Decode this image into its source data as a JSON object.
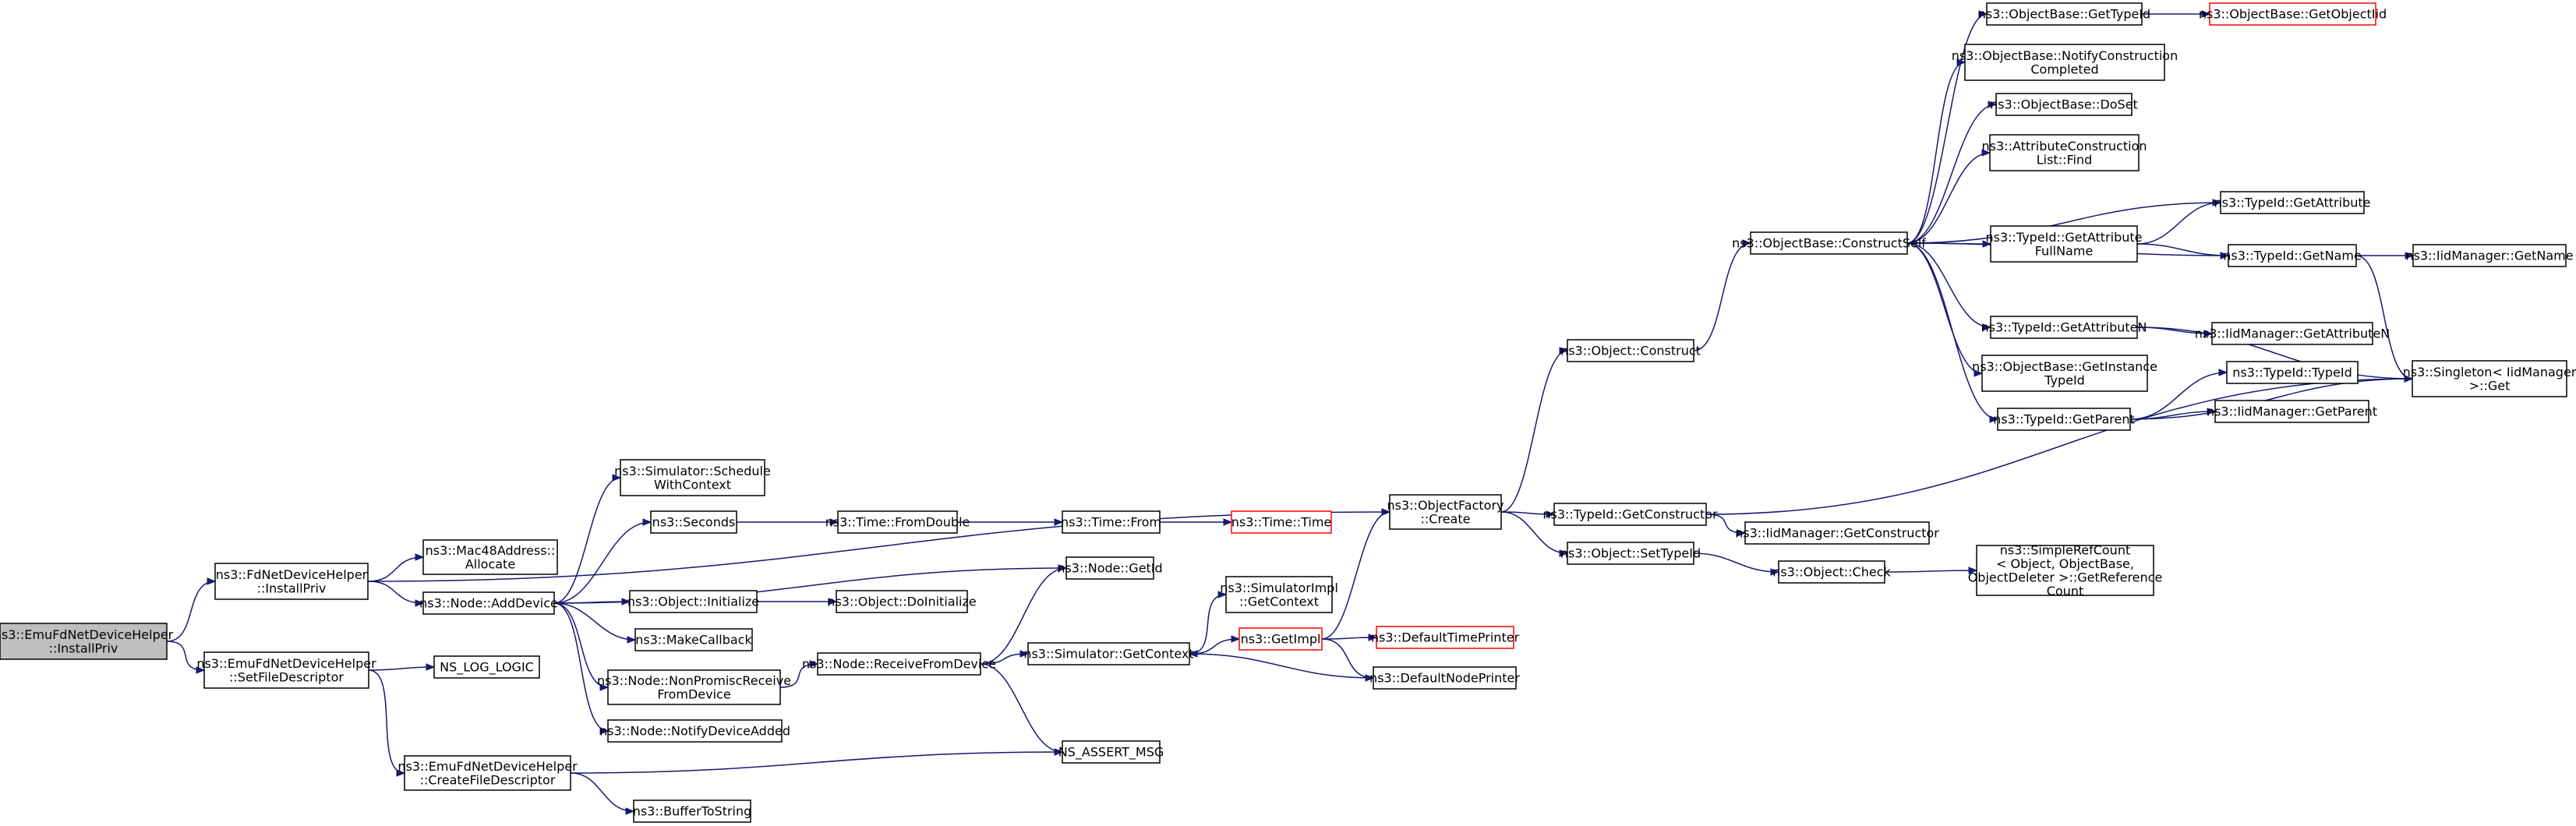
{
  "nodes": [
    {
      "id": "root",
      "lines": [
        "ns3::EmuFdNetDeviceHelper",
        "::InstallPriv"
      ],
      "style": "root"
    },
    {
      "id": "fdInstallPriv",
      "lines": [
        "ns3::FdNetDeviceHelper",
        "::InstallPriv"
      ]
    },
    {
      "id": "setFileDesc",
      "lines": [
        "ns3::EmuFdNetDeviceHelper",
        "::SetFileDescriptor"
      ]
    },
    {
      "id": "mac48Alloc",
      "lines": [
        "ns3::Mac48Address::",
        "Allocate"
      ]
    },
    {
      "id": "addDevice",
      "lines": [
        "ns3::Node::AddDevice"
      ]
    },
    {
      "id": "nsLogLogic",
      "lines": [
        "NS_LOG_LOGIC"
      ]
    },
    {
      "id": "createFileDesc",
      "lines": [
        "ns3::EmuFdNetDeviceHelper",
        "::CreateFileDescriptor"
      ]
    },
    {
      "id": "bufferToString",
      "lines": [
        "ns3::BufferToString"
      ]
    },
    {
      "id": "scheduleWithContext",
      "lines": [
        "ns3::Simulator::Schedule",
        "WithContext"
      ]
    },
    {
      "id": "seconds",
      "lines": [
        "ns3::Seconds"
      ]
    },
    {
      "id": "objInitialize",
      "lines": [
        "ns3::Object::Initialize"
      ]
    },
    {
      "id": "makeCallback",
      "lines": [
        "ns3::MakeCallback"
      ]
    },
    {
      "id": "nonPromisc",
      "lines": [
        "ns3::Node::NonPromiscReceive",
        "FromDevice"
      ]
    },
    {
      "id": "notifyDeviceAdded",
      "lines": [
        "ns3::Node::NotifyDeviceAdded"
      ]
    },
    {
      "id": "fromDouble",
      "lines": [
        "ns3::Time::FromDouble"
      ]
    },
    {
      "id": "doInitialize",
      "lines": [
        "ns3::Object::DoInitialize"
      ]
    },
    {
      "id": "receiveFromDevice",
      "lines": [
        "ns3::Node::ReceiveFromDevice"
      ]
    },
    {
      "id": "timeFrom",
      "lines": [
        "ns3::Time::From"
      ]
    },
    {
      "id": "nodeGetId",
      "lines": [
        "ns3::Node::GetId"
      ]
    },
    {
      "id": "getContext",
      "lines": [
        "ns3::Simulator::GetContext"
      ]
    },
    {
      "id": "nsAssertMsg",
      "lines": [
        "NS_ASSERT_MSG"
      ]
    },
    {
      "id": "timeTime",
      "lines": [
        "ns3::Time::Time"
      ],
      "style": "red"
    },
    {
      "id": "simImplGetContext",
      "lines": [
        "ns3::SimulatorImpl",
        "::GetContext"
      ]
    },
    {
      "id": "getImpl",
      "lines": [
        "ns3::GetImpl"
      ],
      "style": "red"
    },
    {
      "id": "objFactoryCreate",
      "lines": [
        "ns3::ObjectFactory",
        "::Create"
      ]
    },
    {
      "id": "defaultTimePrinter",
      "lines": [
        "ns3::DefaultTimePrinter"
      ],
      "style": "red"
    },
    {
      "id": "defaultNodePrinter",
      "lines": [
        "ns3::DefaultNodePrinter"
      ]
    },
    {
      "id": "objConstruct",
      "lines": [
        "ns3::Object::Construct"
      ]
    },
    {
      "id": "typeIdGetConstructor",
      "lines": [
        "ns3::TypeId::GetConstructor"
      ]
    },
    {
      "id": "objSetTypeId",
      "lines": [
        "ns3::Object::SetTypeId"
      ]
    },
    {
      "id": "constructSelf",
      "lines": [
        "ns3::ObjectBase::ConstructSelf"
      ]
    },
    {
      "id": "iidGetConstructor",
      "lines": [
        "ns3::IidManager::GetConstructor"
      ]
    },
    {
      "id": "objCheck",
      "lines": [
        "ns3::Object::Check"
      ]
    },
    {
      "id": "getTypeId",
      "lines": [
        "ns3::ObjectBase::GetTypeId"
      ]
    },
    {
      "id": "notifyConstruction",
      "lines": [
        "ns3::ObjectBase::NotifyConstruction",
        "Completed"
      ]
    },
    {
      "id": "doSet",
      "lines": [
        "ns3::ObjectBase::DoSet"
      ]
    },
    {
      "id": "attrConstructionFind",
      "lines": [
        "ns3::AttributeConstruction",
        "List::Find"
      ]
    },
    {
      "id": "getAttributeFullName",
      "lines": [
        "ns3::TypeId::GetAttribute",
        "FullName"
      ]
    },
    {
      "id": "getAttributeN",
      "lines": [
        "ns3::TypeId::GetAttributeN"
      ]
    },
    {
      "id": "getInstanceTypeId",
      "lines": [
        "ns3::ObjectBase::GetInstance",
        "TypeId"
      ]
    },
    {
      "id": "getParent",
      "lines": [
        "ns3::TypeId::GetParent"
      ]
    },
    {
      "id": "simpleRefCount",
      "lines": [
        "ns3::SimpleRefCount",
        "< Object, ObjectBase,",
        "ObjectDeleter >::GetReference",
        "Count"
      ]
    },
    {
      "id": "getObjectIid",
      "lines": [
        "ns3::ObjectBase::GetObjectIid"
      ],
      "style": "red"
    },
    {
      "id": "typeIdGetAttribute",
      "lines": [
        "ns3::TypeId::GetAttribute"
      ]
    },
    {
      "id": "typeIdGetName",
      "lines": [
        "ns3::TypeId::GetName"
      ]
    },
    {
      "id": "iidGetAttributeN",
      "lines": [
        "ns3::IidManager::GetAttributeN"
      ]
    },
    {
      "id": "typeIdTypeId",
      "lines": [
        "ns3::TypeId::TypeId"
      ]
    },
    {
      "id": "iidGetParent",
      "lines": [
        "ns3::IidManager::GetParent"
      ]
    },
    {
      "id": "iidGetName",
      "lines": [
        "ns3::IidManager::GetName"
      ]
    },
    {
      "id": "singletonGet",
      "lines": [
        "ns3::Singleton< IidManager",
        ">::Get"
      ]
    }
  ],
  "edges": [
    [
      "root",
      "fdInstallPriv"
    ],
    [
      "root",
      "setFileDesc"
    ],
    [
      "fdInstallPriv",
      "mac48Alloc"
    ],
    [
      "fdInstallPriv",
      "addDevice"
    ],
    [
      "fdInstallPriv",
      "objFactoryCreate"
    ],
    [
      "setFileDesc",
      "nsLogLogic"
    ],
    [
      "setFileDesc",
      "createFileDesc"
    ],
    [
      "createFileDesc",
      "bufferToString"
    ],
    [
      "createFileDesc",
      "nsAssertMsg"
    ],
    [
      "addDevice",
      "scheduleWithContext"
    ],
    [
      "addDevice",
      "seconds"
    ],
    [
      "addDevice",
      "nodeGetId"
    ],
    [
      "addDevice",
      "objInitialize"
    ],
    [
      "addDevice",
      "makeCallback"
    ],
    [
      "addDevice",
      "nonPromisc"
    ],
    [
      "addDevice",
      "notifyDeviceAdded"
    ],
    [
      "seconds",
      "fromDouble"
    ],
    [
      "fromDouble",
      "timeFrom"
    ],
    [
      "timeFrom",
      "timeTime"
    ],
    [
      "objInitialize",
      "doInitialize"
    ],
    [
      "nonPromisc",
      "receiveFromDevice"
    ],
    [
      "receiveFromDevice",
      "nodeGetId"
    ],
    [
      "receiveFromDevice",
      "getContext"
    ],
    [
      "receiveFromDevice",
      "nsAssertMsg"
    ],
    [
      "getContext",
      "simImplGetContext"
    ],
    [
      "getContext",
      "getImpl"
    ],
    [
      "getImpl",
      "objFactoryCreate"
    ],
    [
      "getImpl",
      "defaultTimePrinter"
    ],
    [
      "getImpl",
      "defaultNodePrinter"
    ],
    [
      "defaultNodePrinter",
      "getContext"
    ],
    [
      "objFactoryCreate",
      "objConstruct"
    ],
    [
      "objFactoryCreate",
      "typeIdGetConstructor"
    ],
    [
      "objFactoryCreate",
      "objSetTypeId"
    ],
    [
      "objConstruct",
      "constructSelf"
    ],
    [
      "typeIdGetConstructor",
      "iidGetConstructor"
    ],
    [
      "typeIdGetConstructor",
      "singletonGet"
    ],
    [
      "objSetTypeId",
      "objCheck"
    ],
    [
      "objCheck",
      "simpleRefCount"
    ],
    [
      "constructSelf",
      "getTypeId"
    ],
    [
      "constructSelf",
      "notifyConstruction"
    ],
    [
      "constructSelf",
      "doSet"
    ],
    [
      "constructSelf",
      "attrConstructionFind"
    ],
    [
      "constructSelf",
      "typeIdGetAttribute"
    ],
    [
      "constructSelf",
      "getAttributeFullName"
    ],
    [
      "constructSelf",
      "typeIdGetName"
    ],
    [
      "constructSelf",
      "getAttributeN"
    ],
    [
      "constructSelf",
      "getInstanceTypeId"
    ],
    [
      "constructSelf",
      "getParent"
    ],
    [
      "getTypeId",
      "getObjectIid"
    ],
    [
      "getAttributeFullName",
      "typeIdGetAttribute"
    ],
    [
      "getAttributeFullName",
      "typeIdGetName"
    ],
    [
      "typeIdGetName",
      "iidGetName"
    ],
    [
      "typeIdGetName",
      "singletonGet"
    ],
    [
      "getAttributeN",
      "iidGetAttributeN"
    ],
    [
      "getAttributeN",
      "singletonGet"
    ],
    [
      "getParent",
      "typeIdTypeId"
    ],
    [
      "getParent",
      "iidGetParent"
    ],
    [
      "getParent",
      "singletonGet"
    ]
  ]
}
